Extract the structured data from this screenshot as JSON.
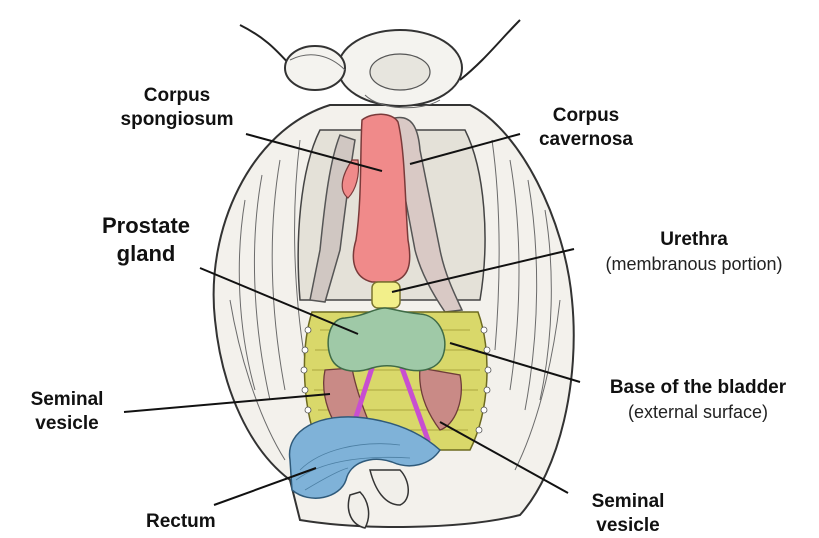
{
  "labels": {
    "corpus_spongiosum": [
      "Corpus",
      "spongiosum"
    ],
    "corpus_cavernosa": [
      "Corpus",
      "cavernosa"
    ],
    "prostate_gland": [
      "Prostate",
      "gland"
    ],
    "urethra": {
      "title": "Urethra",
      "subtitle": "(membranous portion)"
    },
    "seminal_vesicle_left": [
      "Seminal",
      "vesicle"
    ],
    "base_of_bladder": {
      "title": "Base of the bladder",
      "subtitle": "(external surface)"
    },
    "seminal_vesicle_right": [
      "Seminal",
      "vesicle"
    ],
    "rectum": "Rectum"
  },
  "colors": {
    "corpus_spongiosum": "#f08a8a",
    "urethra": "#f2ef8a",
    "prostate": "#9fc9a7",
    "bladder_base": "#d9d86a",
    "seminal_vesicle": "#c98a86",
    "vas_deferens": "#c84fd0",
    "rectum": "#7fb2d8",
    "leader_line": "#111111"
  }
}
